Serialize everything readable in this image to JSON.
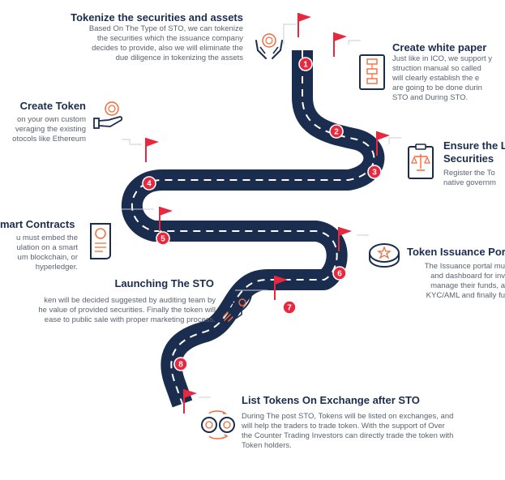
{
  "colors": {
    "navy": "#1b2d4f",
    "red": "#e8283f",
    "orange": "#f26b3a",
    "text": "#5b6270",
    "dashes": "#ffffff"
  },
  "steps": [
    {
      "number": "1",
      "title": "Tokenize the securities and assets",
      "lines": [
        "Based On The Type of STO,  we can tokenize",
        "the securities which the issuance company",
        "decides to provide, also we will eliminate the",
        "due diligence in tokenizing the assets"
      ],
      "icon": "hands-coin-icon"
    },
    {
      "number": "2",
      "title": "Create white paper",
      "lines": [
        "Just like in ICO, we support y",
        "struction manual so called",
        "will clearly establish the e",
        "are going to be done durin",
        "STO and During STO."
      ],
      "icon": "document-flowchart-icon"
    },
    {
      "number": "3",
      "title": "Ensure the L",
      "title2": "Securities",
      "lines": [
        "Register the To",
        "native governm"
      ],
      "icon": "clipboard-scales-icon"
    },
    {
      "number": "4",
      "title": "Create Token",
      "lines": [
        "on your own custom",
        "veraging the existing",
        "otocols like Ethereum"
      ],
      "icon": "hand-coin-icon"
    },
    {
      "number": "5",
      "title": "mart Contracts",
      "lines": [
        "u must embed the",
        "ulation on a smart",
        "um blockchain, or",
        "hyperledger."
      ],
      "icon": "contract-scroll-icon"
    },
    {
      "number": "6",
      "title": "Token Issuance Por",
      "lines": [
        "The Issuance portal mu",
        "and dashboard for inv",
        "manage their funds, a",
        "KYC/AML and finally fu"
      ],
      "icon": "token-coin-icon"
    },
    {
      "number": "7",
      "title": "Launching The STO",
      "lines": [
        "ken will be decided suggested by auditing team by",
        "he value of provided securities. Finally the token will",
        "ease to public sale with proper marketing process."
      ],
      "icon": "rocket-icon"
    },
    {
      "number": "8",
      "title": "List Tokens On Exchange after STO",
      "lines": [
        "During The post STO, Tokens will be listed on exchanges, and",
        "will help the traders to trade token. With the support of Over",
        "the Counter Trading Investors can directly trade the token with",
        "Token holders."
      ],
      "icon": "exchange-coins-icon"
    }
  ]
}
